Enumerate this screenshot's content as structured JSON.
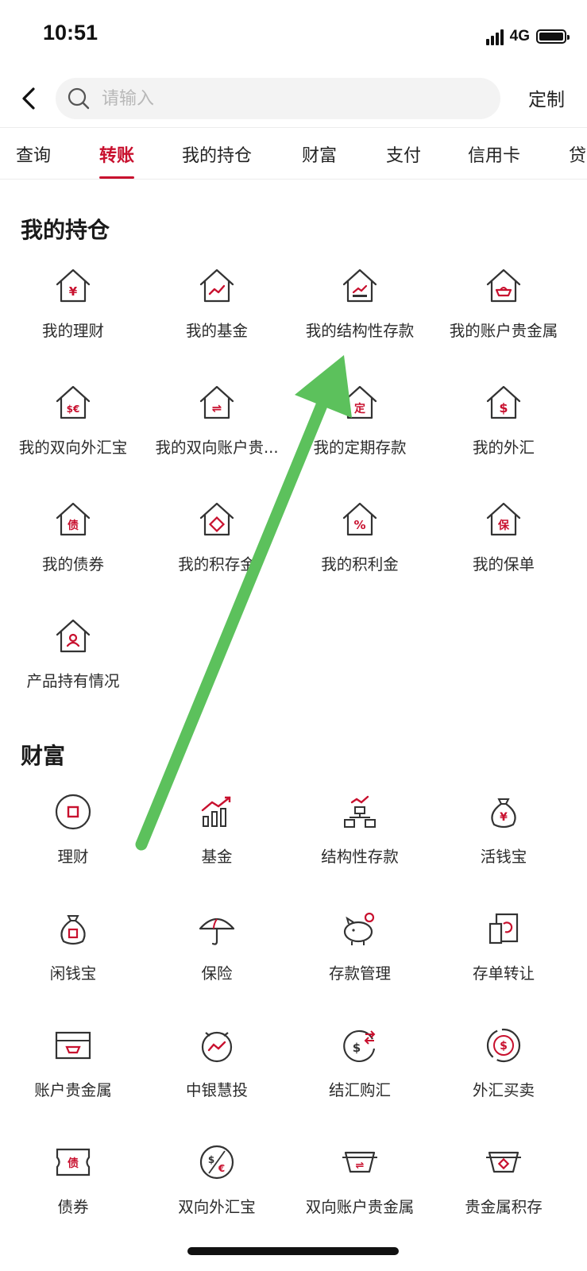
{
  "status_bar": {
    "time": "10:51",
    "network": "4G"
  },
  "header": {
    "search_placeholder": "请输入",
    "custom_label": "定制"
  },
  "tabs": [
    {
      "label": "查询",
      "active": false
    },
    {
      "label": "转账",
      "active": true
    },
    {
      "label": "我的持仓",
      "active": false
    },
    {
      "label": "财富",
      "active": false
    },
    {
      "label": "支付",
      "active": false
    },
    {
      "label": "信用卡",
      "active": false
    },
    {
      "label": "贷",
      "active": false
    }
  ],
  "sections": {
    "holdings": {
      "title": "我的持仓",
      "items": [
        {
          "label": "我的理财",
          "icon": "house-yen-icon",
          "glyph": "¥"
        },
        {
          "label": "我的基金",
          "icon": "house-trend-icon",
          "glyph": ""
        },
        {
          "label": "我的结构性存款",
          "icon": "house-structured-icon",
          "glyph": ""
        },
        {
          "label": "我的账户贵金属",
          "icon": "house-basket-icon",
          "glyph": ""
        },
        {
          "label": "我的双向外汇宝",
          "icon": "house-dollar-euro-icon",
          "glyph": "$€"
        },
        {
          "label": "我的双向账户贵...",
          "icon": "house-exchange-icon",
          "glyph": "⇌"
        },
        {
          "label": "我的定期存款",
          "icon": "house-fixed-icon",
          "glyph": "定"
        },
        {
          "label": "我的外汇",
          "icon": "house-dollar-icon",
          "glyph": "$"
        },
        {
          "label": "我的债券",
          "icon": "house-bond-icon",
          "glyph": "债"
        },
        {
          "label": "我的积存金",
          "icon": "house-diamond-icon",
          "glyph": "◇"
        },
        {
          "label": "我的积利金",
          "icon": "house-percent-icon",
          "glyph": "%"
        },
        {
          "label": "我的保单",
          "icon": "house-insurance-icon",
          "glyph": "保"
        },
        {
          "label": "产品持有情况",
          "icon": "house-person-icon",
          "glyph": ""
        }
      ]
    },
    "wealth": {
      "title": "财富",
      "items": [
        {
          "label": "理财",
          "icon": "circle-square-icon"
        },
        {
          "label": "基金",
          "icon": "bar-chart-trend-icon"
        },
        {
          "label": "结构性存款",
          "icon": "structure-tree-icon"
        },
        {
          "label": "活钱宝",
          "icon": "money-bag-yen-icon"
        },
        {
          "label": "闲钱宝",
          "icon": "money-bag-square-icon"
        },
        {
          "label": "保险",
          "icon": "umbrella-icon"
        },
        {
          "label": "存款管理",
          "icon": "piggy-bank-icon"
        },
        {
          "label": "存单转让",
          "icon": "certificate-transfer-icon"
        },
        {
          "label": "账户贵金属",
          "icon": "metal-box-icon"
        },
        {
          "label": "中银慧投",
          "icon": "smart-invest-icon"
        },
        {
          "label": "结汇购汇",
          "icon": "currency-exchange-icon"
        },
        {
          "label": "外汇买卖",
          "icon": "forex-trade-icon"
        },
        {
          "label": "债券",
          "icon": "bond-ticket-icon"
        },
        {
          "label": "双向外汇宝",
          "icon": "dollar-euro-circle-icon"
        },
        {
          "label": "双向账户贵金属",
          "icon": "gold-ingot-exchange-icon"
        },
        {
          "label": "贵金属积存",
          "icon": "gold-ingot-diamond-icon"
        }
      ]
    }
  },
  "colors": {
    "accent": "#c8102e",
    "icon_dark": "#333333",
    "arrow": "#5cc15c"
  }
}
